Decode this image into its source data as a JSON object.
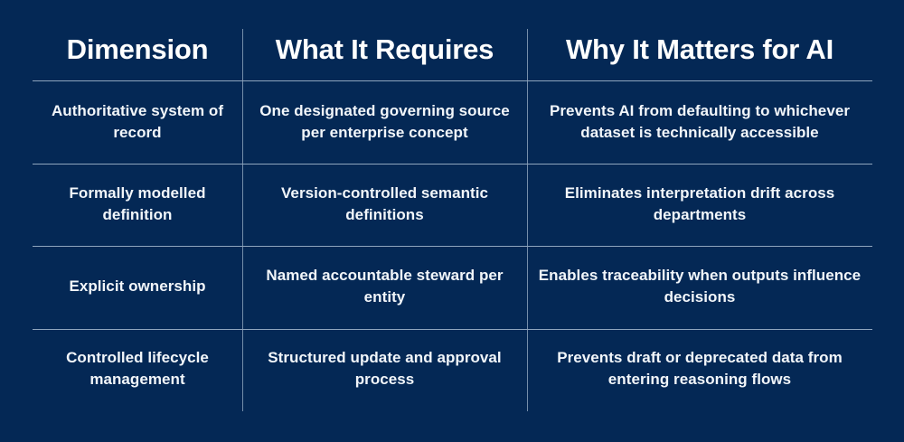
{
  "theme": {
    "background": "#042855",
    "text": "#ffffff",
    "rule": "#8fa5bd"
  },
  "table": {
    "headers": [
      {
        "label": "Dimension"
      },
      {
        "label": "What It Requires"
      },
      {
        "label": "Why It Matters for AI"
      }
    ],
    "rows": [
      {
        "dimension": "Authoritative system of record",
        "requires": "One designated governing source per enterprise concept",
        "matters": "Prevents AI from defaulting to whichever dataset is technically accessible"
      },
      {
        "dimension": "Formally modelled definition",
        "requires": "Version-controlled semantic definitions",
        "matters": "Eliminates interpretation drift across departments"
      },
      {
        "dimension": "Explicit ownership",
        "requires": "Named accountable steward per entity",
        "matters": "Enables traceability when outputs influence decisions"
      },
      {
        "dimension": "Controlled lifecycle management",
        "requires": "Structured update and approval process",
        "matters": "Prevents draft or deprecated data from entering reasoning flows"
      }
    ]
  }
}
